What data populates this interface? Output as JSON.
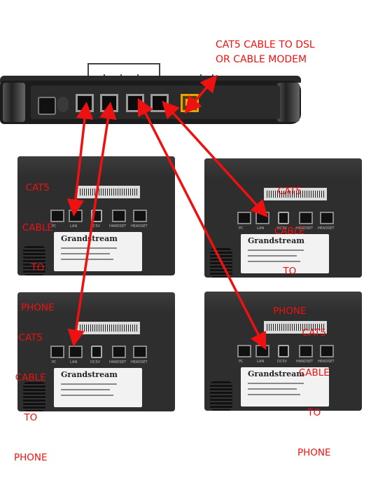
{
  "annotations": {
    "modem_line1": "CAT5 CABLE TO DSL",
    "modem_line2": "OR CABLE MODEM",
    "phone_label_lines": [
      "CAT5",
      "CABLE",
      "TO",
      "PHONE"
    ]
  },
  "phone": {
    "brand": "Grandstream",
    "port_labels": [
      "PC",
      "LAN",
      "DC5V",
      "HANDSET",
      "HEADSET"
    ]
  },
  "colors": {
    "annotation": "#ee1111",
    "wan_port": "#e8a400"
  }
}
